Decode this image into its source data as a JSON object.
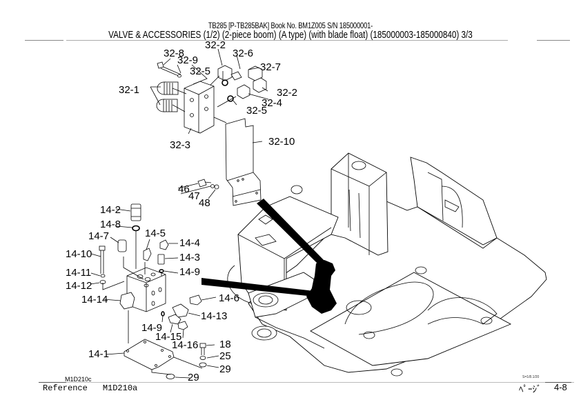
{
  "header": {
    "line1": "TB285  [P-TB285BAK]  Book No. BM1Z005  S/N 185000001-",
    "line2": "VALVE & ACCESSORIES (1/2) (2-piece boom) (A type) (with blade float) (185000003-185000840) 3/3"
  },
  "callouts": {
    "c32_8": "32-8",
    "c32_9": "32-9",
    "c32_2a": "32-2",
    "c32_6": "32-6",
    "c32_7": "32-7",
    "c32_5a": "32-5",
    "c32_1": "32-1",
    "c32_2b": "32-2",
    "c32_4": "32-4",
    "c32_5b": "32-5",
    "c32_3": "32-3",
    "c32_10": "32-10",
    "c46": "46",
    "c47": "47",
    "c48": "48",
    "c14_2": "14-2",
    "c14_8": "14-8",
    "c14_7": "14-7",
    "c14_5": "14-5",
    "c14_4": "14-4",
    "c14_10": "14-10",
    "c14_3": "14-3",
    "c14_11": "14-11",
    "c14_9a": "14-9",
    "c14_12": "14-12",
    "c14_14": "14-14",
    "c14_6": "14-6",
    "c14_13": "14-13",
    "c14_9b": "14-9",
    "c14_15": "14-15",
    "c14_16": "14-16",
    "c18": "18",
    "c14_1": "14-1",
    "c25": "25",
    "c29a": "29",
    "c29b": "29"
  },
  "footer": {
    "drawing_code": "M1D210c",
    "reference_label": "Reference",
    "reference_value": "M1D210a",
    "scale": "S=1/8.1/20",
    "page_label": "ﾍﾟｰｼﾞ",
    "page_number": "4-8"
  }
}
